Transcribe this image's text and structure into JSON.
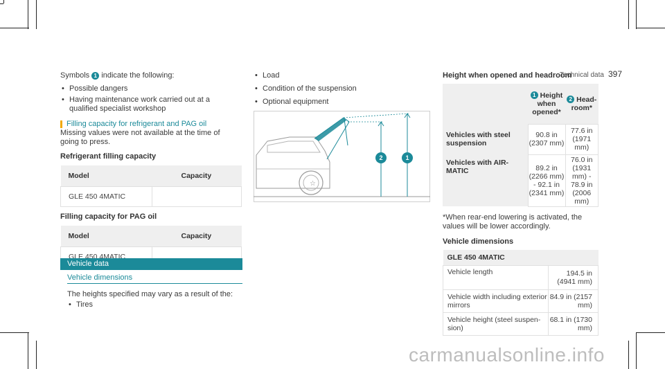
{
  "header": {
    "section": "Technical data",
    "page": "397"
  },
  "col1": {
    "symbols_pre": "Symbols",
    "symbols_num": "1",
    "symbols_post": "indicate the following:",
    "bullets": [
      "Possible dangers",
      "Having maintenance work carried out at a qualified specialist workshop"
    ],
    "refrigerant_heading": "Filling capacity for refrigerant and PAG oil",
    "missing_text": "Missing values were not available at the time of going to press.",
    "refrigerant_title": "Refrigerant filling capacity",
    "table1": {
      "headers": [
        "Model",
        "Capacity"
      ],
      "rows": [
        [
          "GLE 450 4MATIC",
          ""
        ]
      ]
    },
    "pag_title": "Filling capacity for PAG oil",
    "table2": {
      "headers": [
        "Model",
        "Capacity"
      ],
      "rows": [
        [
          "GLE 450 4MATIC",
          ""
        ]
      ]
    },
    "vehicle_data_bar": "Vehicle data",
    "vehicle_dimensions_sub": "Vehicle dimensions",
    "heights_text": "The heights specified may vary as a result of the:",
    "heights_bullets": [
      "Tires"
    ]
  },
  "col2": {
    "bullets": [
      "Load",
      "Condition of the suspension",
      "Optional equipment"
    ],
    "figure_labels": [
      "2",
      "1"
    ]
  },
  "col3": {
    "height_title": "Height when opened and headroom",
    "height_table": {
      "h1_num": "1",
      "h1": "Height when opened*",
      "h2_num": "2",
      "h2": "Head-room*",
      "rows": [
        {
          "label": "Vehicles with steel suspension",
          "v1": "90.8 in (2307 mm)",
          "v2": "77.6 in (1971 mm)"
        },
        {
          "label": "Vehicles with AIR-MATIC",
          "v1": "89.2 in (2266 mm) - 92.1 in (2341 mm)",
          "v2": "76.0 in (1931 mm) - 78.9 in (2006 mm)"
        }
      ]
    },
    "note": "*When rear-end lowering is activated, the values will be lower accordingly.",
    "vd_title": "Vehicle dimensions",
    "vd_table": {
      "header": "GLE 450 4MATIC",
      "rows": [
        {
          "label": "Vehicle length",
          "value": "194.5 in (4941 mm)"
        },
        {
          "label": "Vehicle width including exterior mirrors",
          "value": "84.9 in (2157 mm)"
        },
        {
          "label": "Vehicle height (steel suspen-sion)",
          "value": "68.1 in (1730 mm)"
        }
      ]
    }
  },
  "footer": {
    "watermark": "carmanualsonline.info"
  },
  "colors": {
    "accent": "#1b8a99",
    "warning": "#f2a900"
  }
}
